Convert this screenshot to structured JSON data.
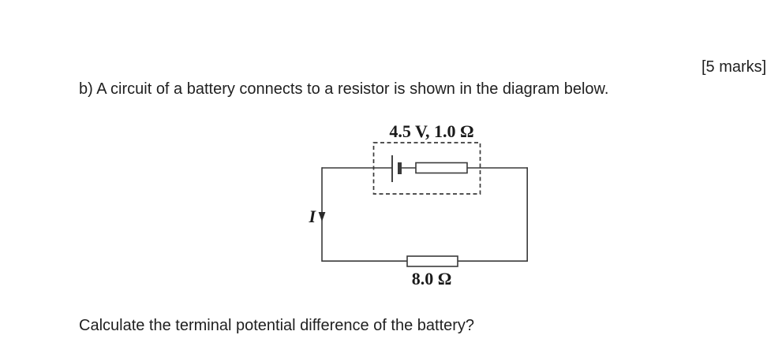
{
  "document": {
    "marks": "[5 marks]",
    "intro": "b) A circuit of a battery connects to a resistor is shown in the diagram below.",
    "prompt": "Calculate the terminal potential difference of the battery?"
  },
  "circuit": {
    "battery_label": "4.5 V, 1.0 Ω",
    "current_label": "I",
    "load_resistor_label": "8.0 Ω",
    "line_color": "#3a3a3a"
  }
}
